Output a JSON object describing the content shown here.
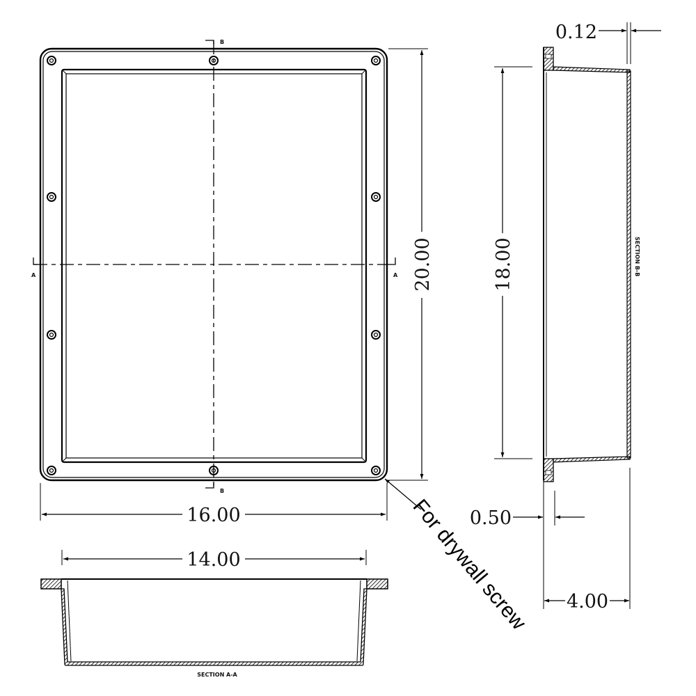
{
  "drawing": {
    "front_view": {
      "section_marks": {
        "vertical": "B",
        "horizontal": "A"
      }
    },
    "dimensions": {
      "overall_height": "20.00",
      "inner_height": "18.00",
      "overall_width": "16.00",
      "inner_width": "14.00",
      "flange_thickness": "0.12",
      "flange_depth": "0.50",
      "depth": "4.00"
    },
    "notes": {
      "screw_note": "For drywall screw"
    },
    "section_labels": {
      "section_a": "SECTION A-A",
      "section_b": "SECTION B-B"
    },
    "colors": {
      "line": "#000000",
      "background": "#ffffff"
    }
  }
}
